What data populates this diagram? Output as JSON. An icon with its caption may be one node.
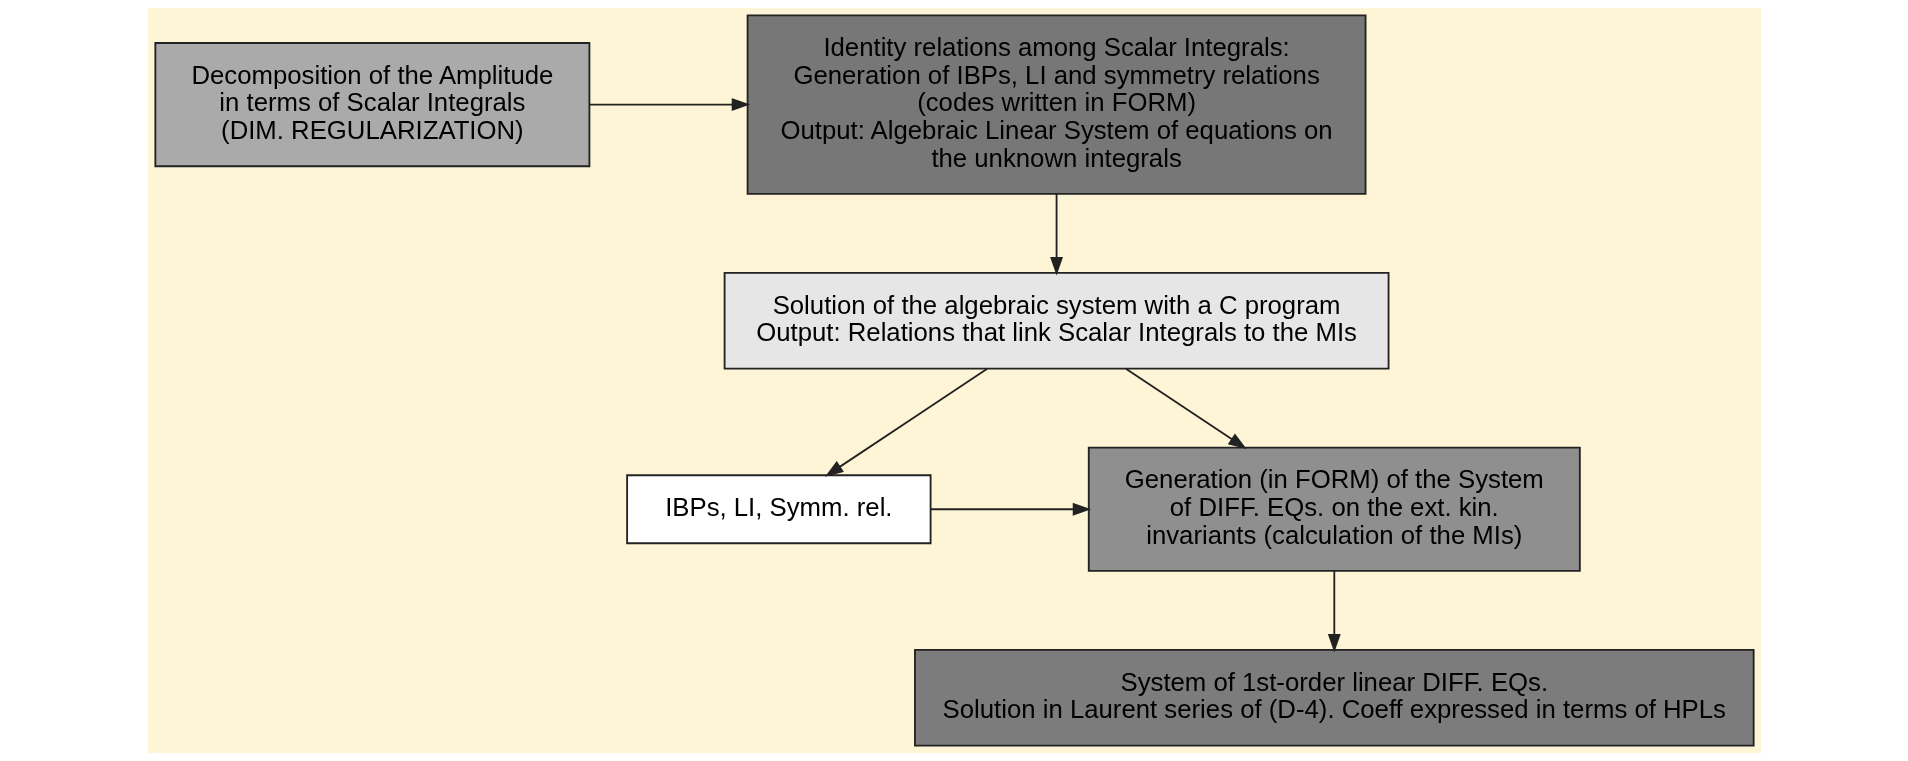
{
  "diagram": {
    "nodes": [
      {
        "text": [
          "Decomposition of the Amplitude in terms of Scalar Integrals (DIM. REGULARIZATION)"
        ]
      },
      {
        "text": [
          "Identity relations among Scalar Integrals: Generation of IBPs, LI and symmetry relations (codes written in FORM)",
          "Output: Algebraic Linear System of equations on the unknown integrals"
        ]
      },
      {
        "text": [
          "Solution of the algebraic system with a C program",
          "Output: Relations that link Scalar Integrals to the MIs"
        ]
      },
      {
        "text": [
          "Generation (in FORM) of the System of DIFF. EQs. on the ext. kin. invariants (calculation of the MIs)"
        ]
      },
      {
        "text": [
          "IBPs, LI, Symm. rel."
        ]
      },
      {
        "text": [
          "System of 1st-order linear DIFF. EQs.",
          "Solution in Laurent series of (D-4). Coeff expressed in terms of HPLs"
        ]
      }
    ],
    "edges": [
      {
        "from": 0,
        "to": 1,
        "arrow": "to"
      },
      {
        "from": 1,
        "to": 2,
        "arrow": "to"
      },
      {
        "from": 2,
        "to": 3,
        "arrow": "to"
      },
      {
        "from": 2,
        "to": 4,
        "arrow": "to"
      },
      {
        "from": 4,
        "to": 3,
        "arrow": "to"
      },
      {
        "from": 3,
        "to": 5,
        "arrow": "to"
      }
    ]
  }
}
